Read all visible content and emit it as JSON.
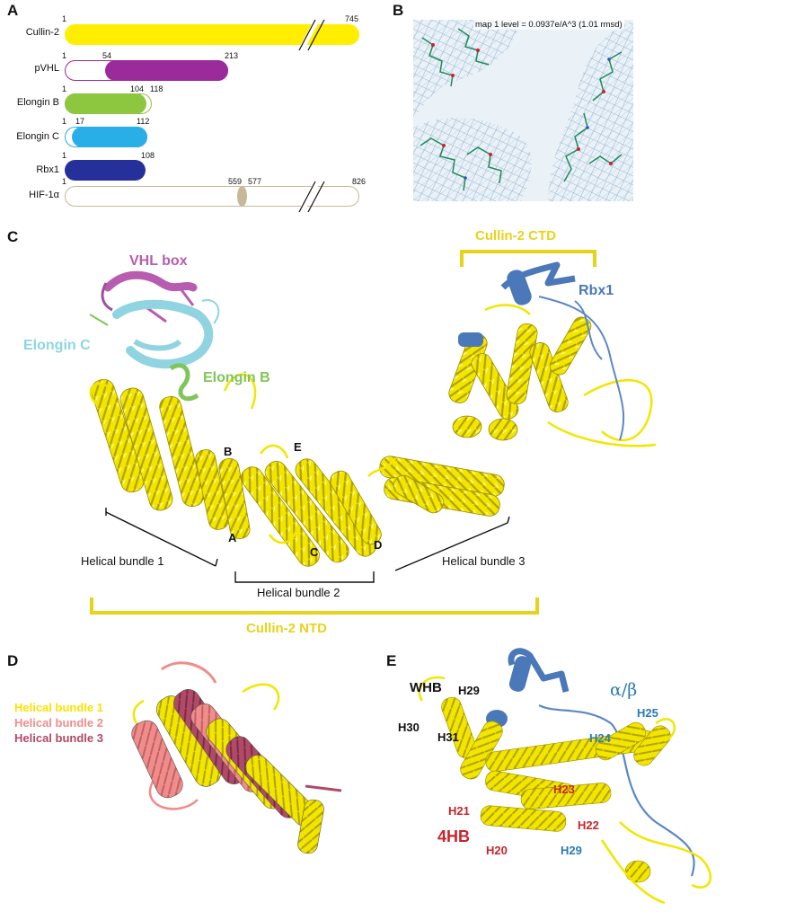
{
  "panels": {
    "a": "A",
    "b": "B",
    "c": "C",
    "d": "D",
    "e": "E"
  },
  "domains": [
    {
      "name": "Cullin-2",
      "start": "1",
      "end": "745",
      "color": "#ffee00"
    },
    {
      "name": "pVHL",
      "start": "1",
      "mid": "54",
      "end": "213",
      "color": "#9b2a9b"
    },
    {
      "name": "Elongin B",
      "start": "1",
      "mid": "104",
      "end": "118",
      "color": "#8dc63f"
    },
    {
      "name": "Elongin C",
      "start": "1",
      "mid": "17",
      "end": "112",
      "color": "#29aee8"
    },
    {
      "name": "Rbx1",
      "start": "1",
      "end": "108",
      "color": "#26309a"
    },
    {
      "name": "HIF-1α",
      "start": "1",
      "mid": "559",
      "mid2": "577",
      "end": "826",
      "color": "#c8b89a"
    }
  ],
  "panel_b": {
    "map_label": "map 1 level = 0.0937e/A^3 (1.01 rmsd)"
  },
  "panel_c": {
    "cullin_ctd": "Cullin-2 CTD",
    "rbx1": "Rbx1",
    "vhl_box": "VHL box",
    "elongin_c": "Elongin C",
    "elongin_b": "Elongin B",
    "letter_b": "B",
    "letter_e": "E",
    "letter_a": "A",
    "letter_c": "C",
    "letter_d": "D",
    "bundle1": "Helical bundle 1",
    "bundle2": "Helical bundle 2",
    "bundle3": "Helical bundle 3",
    "cullin_ntd": "Cullin-2 NTD"
  },
  "panel_d": {
    "legend": [
      "Helical bundle 1",
      "Helical bundle 2",
      "Helical bundle 3"
    ],
    "legend_colors": [
      "#ffe000",
      "#f08c8c",
      "#b04a68"
    ]
  },
  "panel_e": {
    "whb": "WHB",
    "h29_top": "H29",
    "h30": "H30",
    "h31": "H31",
    "alpha_beta": "α/β",
    "h25": "H25",
    "h24": "H24",
    "h23": "H23",
    "h21": "H21",
    "h22": "H22",
    "hb4": "4HB",
    "h20": "H20",
    "h29_bottom": "H29"
  },
  "colors": {
    "cullin": "#f2e600",
    "rbx1": "#4a78b8",
    "vhl": "#b85cb0",
    "eloc": "#8fd4e0",
    "elob": "#7fc65a",
    "ntd": "#e8d21a",
    "red_label": "#c8242b",
    "blue_label": "#2a7ab8"
  }
}
